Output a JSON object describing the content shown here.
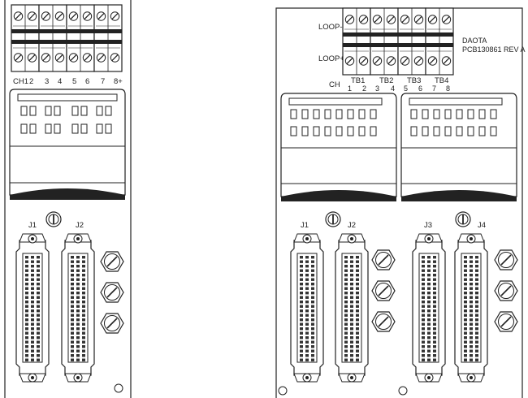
{
  "left_board": {
    "ch_label": "CH1",
    "terminal_numbers": [
      "2",
      "3",
      "4",
      "5",
      "6",
      "7",
      "8+"
    ],
    "connectors": [
      "J1",
      "J2"
    ]
  },
  "right_board": {
    "loop_minus": "LOOP-",
    "loop_plus": "LOOP+",
    "model_line1": "DAOTA",
    "model_line2": "PCB130861 REV A",
    "ch_label": "CH",
    "terminal_blocks": [
      "TB1",
      "TB2",
      "TB3",
      "TB4"
    ],
    "terminal_numbers": [
      "1",
      "2",
      "3",
      "4",
      "5",
      "6",
      "7",
      "8"
    ],
    "connectors": [
      "J1",
      "J2",
      "J3",
      "J4"
    ]
  }
}
